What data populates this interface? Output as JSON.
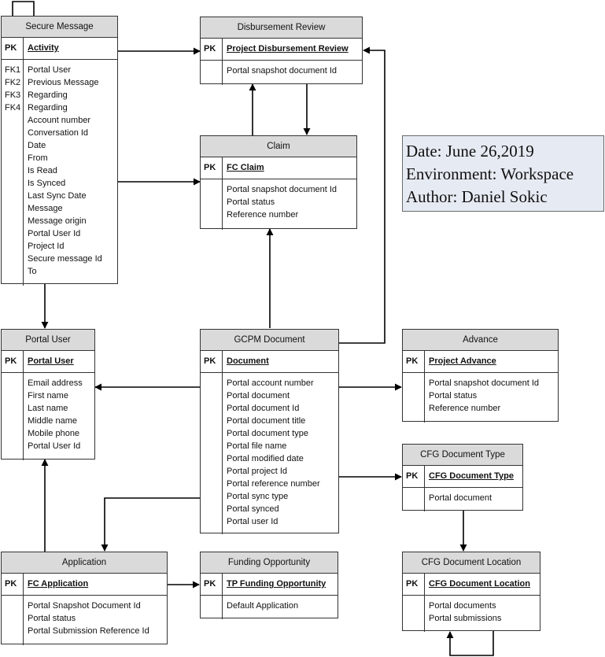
{
  "note": {
    "date": "Date: June 26,2019",
    "environment": "Environment: Workspace",
    "author": "Author: Daniel Sokic"
  },
  "entities": {
    "secure_message": {
      "title": "Secure Message",
      "pk_label": "PK",
      "pk": "Activity",
      "fk_labels": [
        "FK1",
        "FK2",
        "FK3",
        "FK4"
      ],
      "attributes": [
        "Portal User",
        "Previous Message",
        "Regarding",
        "Regarding",
        "Account number",
        "Conversation Id",
        "Date",
        "From",
        "Is Read",
        "Is Synced",
        "Last Sync Date",
        "Message",
        "Message origin",
        "Portal User Id",
        "Project Id",
        "Secure message Id",
        "To"
      ]
    },
    "disbursement_review": {
      "title": "Disbursement Review",
      "pk_label": "PK",
      "pk": "Project Disbursement Review",
      "attributes": [
        "Portal snapshot document Id"
      ]
    },
    "claim": {
      "title": "Claim",
      "pk_label": "PK",
      "pk": "FC Claim",
      "attributes": [
        "Portal snapshot document Id",
        "Portal status",
        "Reference number"
      ]
    },
    "portal_user": {
      "title": "Portal User",
      "pk_label": "PK",
      "pk": "Portal User",
      "attributes": [
        "Email address",
        "First name",
        "Last name",
        "Middle name",
        "Mobile phone",
        "Portal User Id"
      ]
    },
    "gcpm_document": {
      "title": "GCPM Document",
      "pk_label": "PK",
      "pk": "Document",
      "attributes": [
        "Portal account number",
        "Portal document",
        "Portal document Id",
        "Portal document title",
        "Portal document type",
        "Portal file name",
        "Portal modified date",
        "Portal project Id",
        "Portal reference number",
        "Portal sync type",
        "Portal synced",
        "Portal user Id"
      ]
    },
    "advance": {
      "title": "Advance",
      "pk_label": "PK",
      "pk": "Project Advance",
      "attributes": [
        "Portal snapshot document Id",
        "Portal status",
        "Reference number"
      ]
    },
    "cfg_document_type": {
      "title": "CFG Document Type",
      "pk_label": "PK",
      "pk": "CFG Document Type",
      "attributes": [
        "Portal document"
      ]
    },
    "application": {
      "title": "Application",
      "pk_label": "PK",
      "pk": "FC Application",
      "attributes": [
        "Portal Snapshot Document Id",
        "Portal status",
        "Portal Submission Reference Id"
      ]
    },
    "funding_opportunity": {
      "title": "Funding Opportunity",
      "pk_label": "PK",
      "pk": "TP Funding Opportunity",
      "attributes": [
        "Default Application"
      ]
    },
    "cfg_document_location": {
      "title": "CFG Document Location",
      "pk_label": "PK",
      "pk": "CFG Document Location",
      "attributes": [
        "Portal documents",
        "Portal submissions"
      ]
    }
  }
}
